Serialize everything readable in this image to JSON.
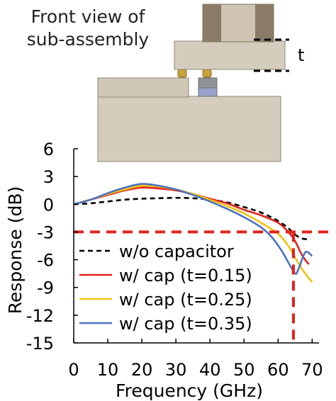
{
  "figure": {
    "caption_line1": "Front view of",
    "caption_line2": "sub-assembly",
    "thickness_label": "t",
    "colors": {
      "body_light": "#d4cdbe",
      "body_mid": "#c2b9a5",
      "block_dark": "#8a7a66",
      "block_light": "#cfc4b3",
      "bump": "#c8a13a",
      "chip_gray": "#8e9496",
      "chip_blue": "#9aa4c8"
    }
  },
  "chart_data": {
    "type": "line",
    "xlabel": "Frequency (GHz)",
    "ylabel": "Response (dB)",
    "xlim": [
      0,
      72
    ],
    "ylim": [
      -15,
      6
    ],
    "xticks": [
      "0",
      "10",
      "20",
      "30",
      "40",
      "50",
      "60",
      "70"
    ],
    "yticks": [
      "6",
      "3",
      "0",
      "-3",
      "-6",
      "-9",
      "-12",
      "-15"
    ],
    "grid": false,
    "legend_position": "bottom-left",
    "reference_lines": {
      "horizontal_y": -3,
      "vertical_x": 64.5,
      "color": "#e3221b"
    },
    "series": [
      {
        "name": "w/o capacitor",
        "color": "#000000",
        "dash": true,
        "x": [
          0,
          5,
          10,
          15,
          20,
          25,
          30,
          35,
          40,
          45,
          50,
          55,
          60,
          63,
          65,
          67,
          69
        ],
        "y": [
          0,
          0.1,
          0.3,
          0.5,
          0.6,
          0.65,
          0.7,
          0.65,
          0.5,
          0.2,
          -0.3,
          -0.9,
          -1.8,
          -2.6,
          -3.3,
          -3.7,
          -3.8
        ]
      },
      {
        "name": "w/ cap (t=0.15)",
        "color": "#e3221b",
        "dash": false,
        "x": [
          0,
          5,
          10,
          15,
          20,
          25,
          30,
          35,
          40,
          45,
          50,
          55,
          60,
          63,
          65,
          67,
          69
        ],
        "y": [
          0,
          0.5,
          1.0,
          1.5,
          1.8,
          1.7,
          1.5,
          1.1,
          0.6,
          0.1,
          -0.6,
          -1.2,
          -2.0,
          -3.0,
          -4.0,
          -5.5,
          -6.5
        ]
      },
      {
        "name": "w/ cap (t=0.25)",
        "color": "#f2c20d",
        "dash": false,
        "x": [
          0,
          5,
          10,
          15,
          20,
          25,
          30,
          35,
          40,
          45,
          50,
          55,
          60,
          63,
          65,
          67,
          69,
          70
        ],
        "y": [
          0,
          0.5,
          1.1,
          1.6,
          2.0,
          1.9,
          1.6,
          1.1,
          0.5,
          -0.2,
          -1.0,
          -2.0,
          -3.2,
          -4.5,
          -5.8,
          -7.0,
          -8.0,
          -8.4
        ]
      },
      {
        "name": "w/ cap (t=0.35)",
        "color": "#4a72c4",
        "dash": false,
        "x": [
          0,
          5,
          10,
          15,
          20,
          25,
          30,
          35,
          40,
          45,
          50,
          55,
          58,
          61,
          63,
          65,
          66,
          68,
          70
        ],
        "y": [
          0,
          0.5,
          1.2,
          1.8,
          2.2,
          2.0,
          1.6,
          1.0,
          0.3,
          -0.5,
          -1.4,
          -2.5,
          -3.5,
          -5.0,
          -6.3,
          -7.5,
          -7.0,
          -5.2,
          -5.6
        ]
      }
    ]
  }
}
